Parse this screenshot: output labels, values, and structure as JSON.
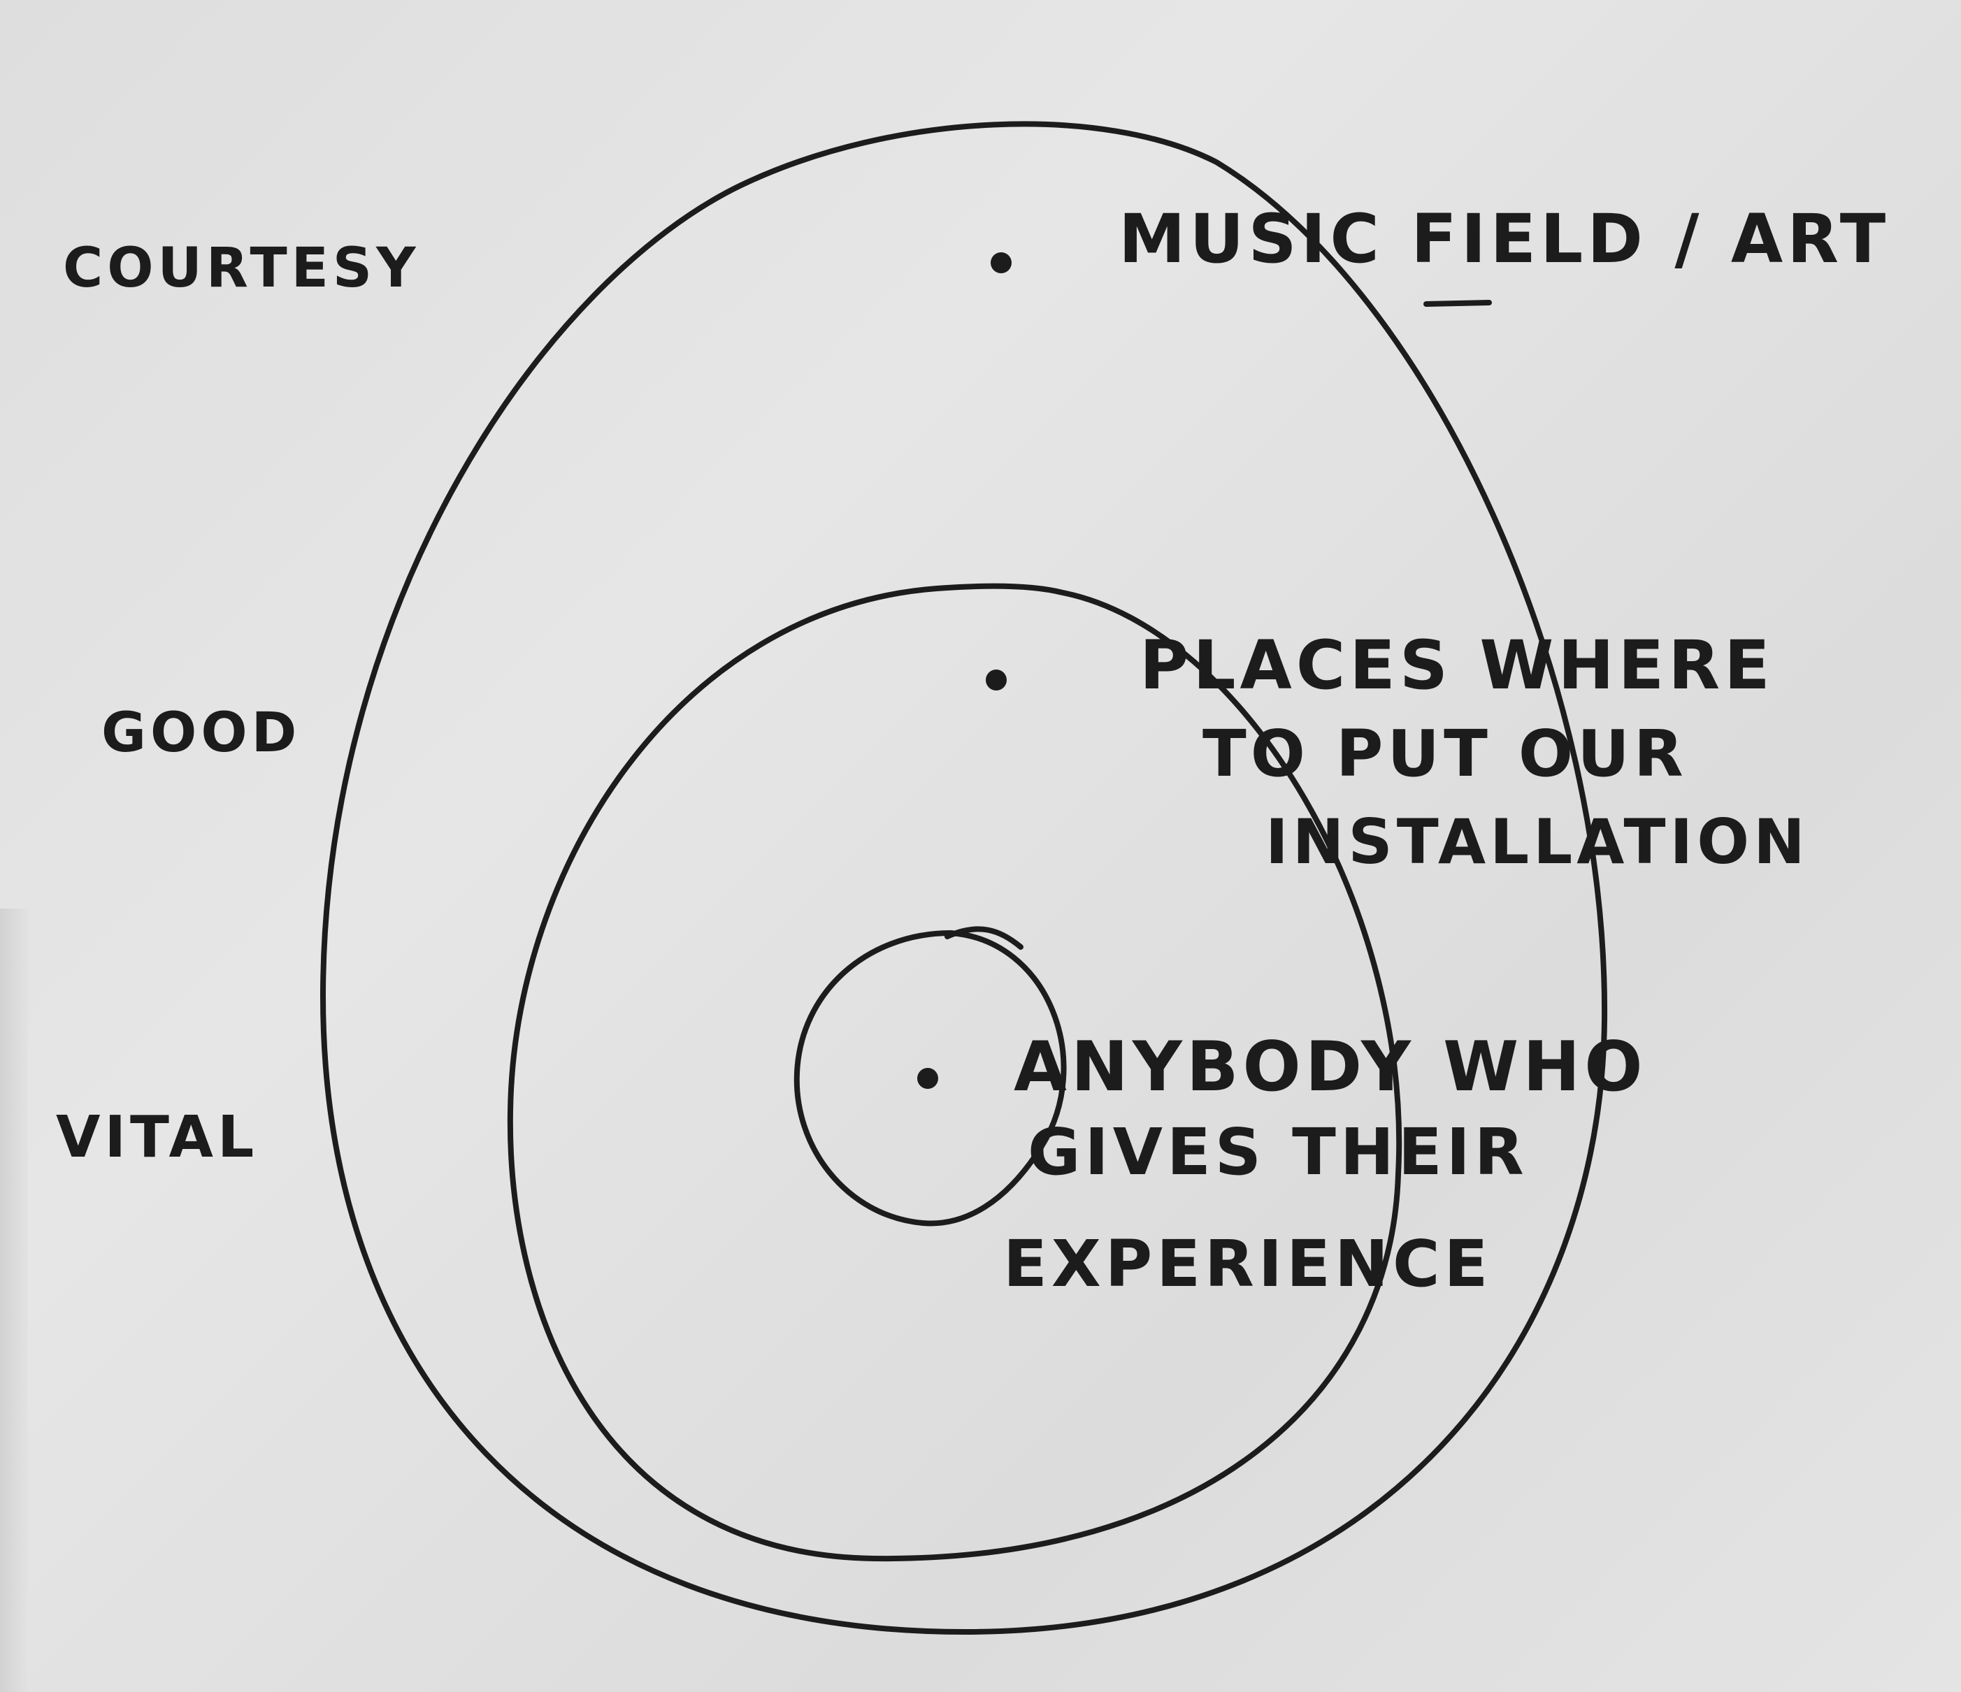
{
  "diagram": {
    "side_labels": {
      "outer": "COURTESY",
      "middle": "GOOD",
      "inner": "VITAL"
    },
    "ring_labels": {
      "outer": "MUSIC FIELD / ART",
      "middle": [
        "PLACES WHERE",
        "TO PUT OUR",
        "INSTALLATION"
      ],
      "inner": [
        "ANYBODY WHO",
        "GIVES THEIR",
        "EXPERIENCE"
      ]
    },
    "ink_color": "#1c1c1c",
    "paper_color": "#e2e2e2"
  }
}
